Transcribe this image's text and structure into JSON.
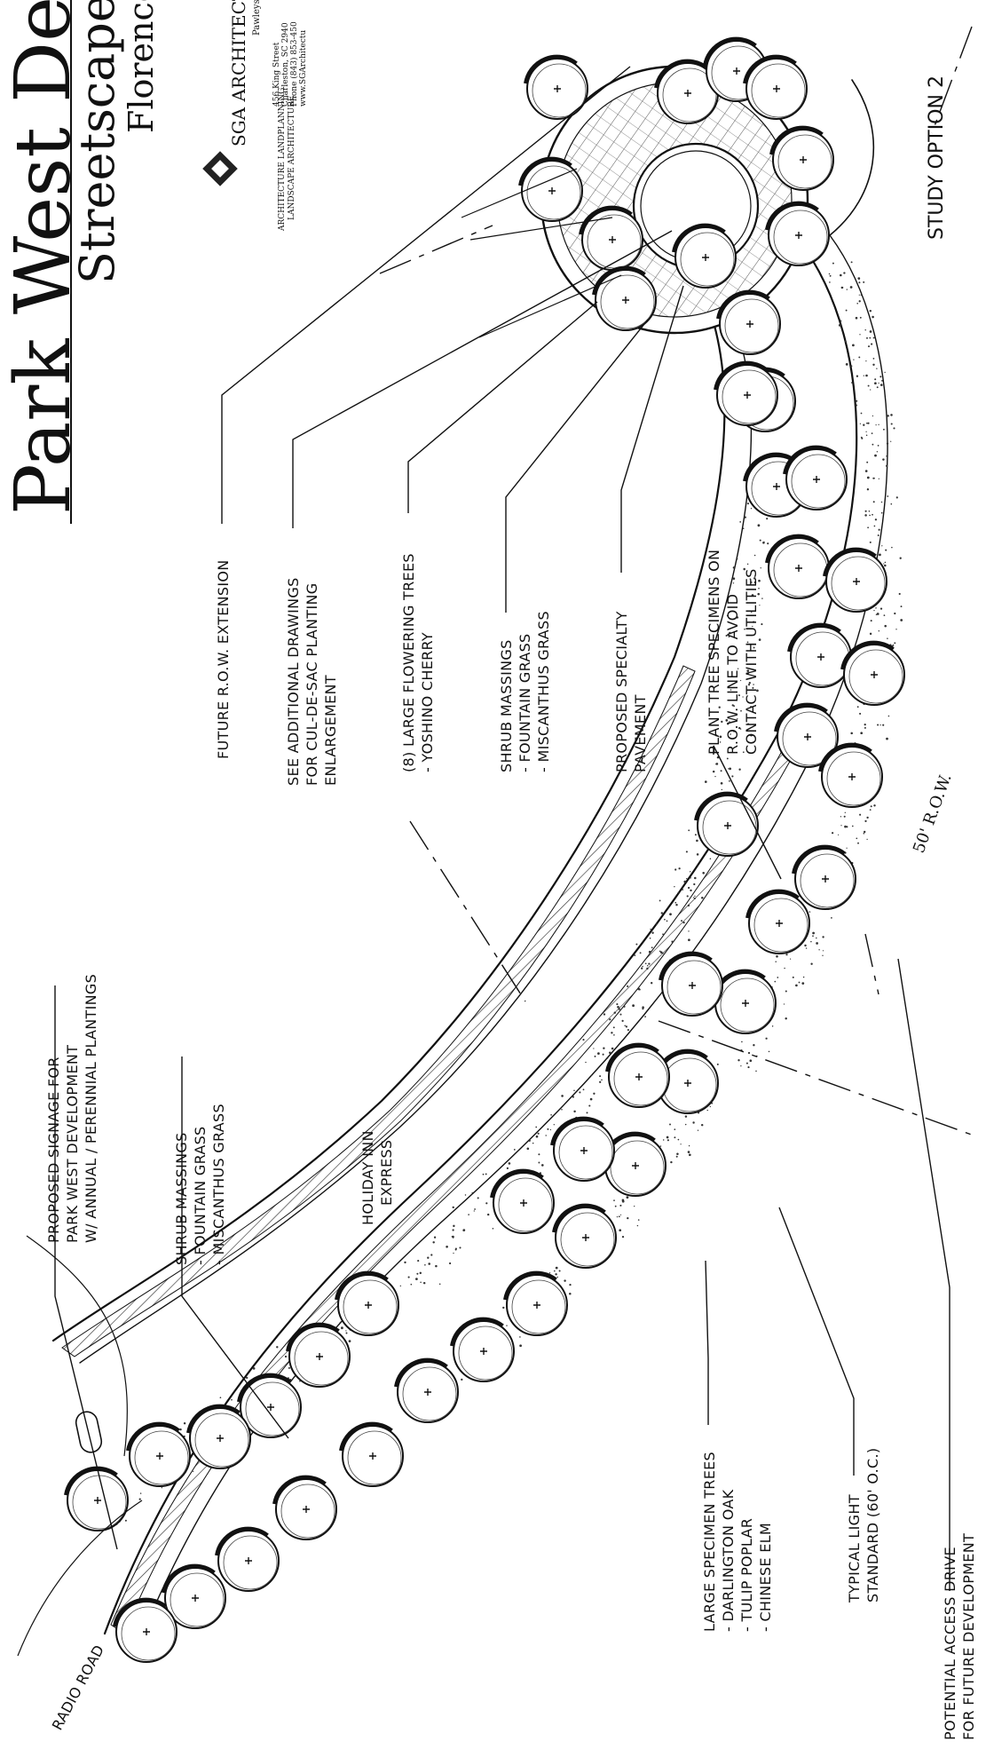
{
  "title": {
    "main": "Park West Developmen",
    "sub": "Streetscape Studi",
    "location": "Florence, S"
  },
  "firm": {
    "name": "SGA ARCHITECTUR",
    "tagline": "Pawleys Island / Charle",
    "services": [
      "ARCHITECTURE LANDPLANNING",
      "LANDSCAPE ARCHITECTURE"
    ],
    "address": [
      "456 King Street",
      "Charleston, SC 2940",
      "Phone (843) 853-450",
      "www.SGArchitectu"
    ]
  },
  "study_option": "STUDY OPTION 2",
  "road_label": "RADIO ROAD",
  "row_label": "50' R.O.W.",
  "place_label": [
    "HOLIDAY INN",
    "EXPRESS"
  ],
  "callouts": {
    "future_row": [
      "FUTURE R.O.W. EXTENSION"
    ],
    "see_drawings": [
      "SEE ADDITIONAL DRAWINGS",
      "FOR CUL-DE-SAC PLANTING",
      "ENLARGEMENT"
    ],
    "flowering_trees": [
      "(8) LARGE FLOWERING TREES",
      "- YOSHINO CHERRY"
    ],
    "shrub_top": [
      "SHRUB MASSINGS",
      "- FOUNTAIN GRASS",
      "- MISCANTHUS GRASS"
    ],
    "pavement": [
      "PROPOSED SPECIALTY",
      "PAVEMENT"
    ],
    "plant_trees": [
      "PLANT TREE SPECIMENS ON",
      "R.O.W. LINE TO AVOID",
      "CONTACT WITH UTILITIES"
    ],
    "signage": [
      "PROPOSED SIGNAGE FOR",
      "PARK WEST DEVELOPMENT",
      "W/ ANNUAL / PERENNIAL PLANTINGS"
    ],
    "shrub_bottom": [
      "SHRUB MASSINGS",
      "- FOUNTAIN GRASS",
      "- MISCANTHUS GRASS"
    ],
    "specimen_trees": [
      "LARGE SPECIMEN TREES",
      "- DARLINGTON OAK",
      "- TULIP POPLAR",
      "- CHINESE ELM"
    ],
    "light": [
      "TYPICAL LIGHT",
      "STANDARD (60' O.C.)"
    ],
    "access": [
      "POTENTIAL ACCESS DRIVE",
      "FOR FUTURE DEVELOPMENT"
    ]
  }
}
